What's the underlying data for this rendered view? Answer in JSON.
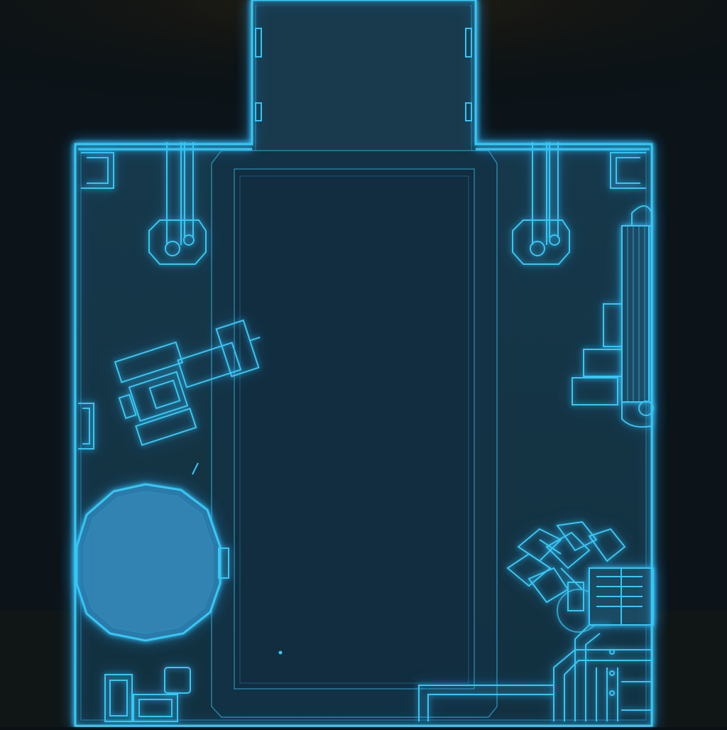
{
  "map": {
    "title": "",
    "colors": {
      "background": "#0a1116",
      "room_fill": "#143447",
      "corridor_fill": "#17384a",
      "center_panel_fill": "#123044",
      "outline": "#35c8f5",
      "outline_dim": "#2a8fb8",
      "pool_fill": "#2f7fb0",
      "surround_warm": "#2a2410"
    },
    "icons": [
      "room-outline",
      "entrance-corridor",
      "center-floor-panel",
      "pipe-icon",
      "console-icon",
      "circular-pool-icon",
      "wall-terminal-icon",
      "machinery-icon",
      "crate-icon"
    ]
  }
}
